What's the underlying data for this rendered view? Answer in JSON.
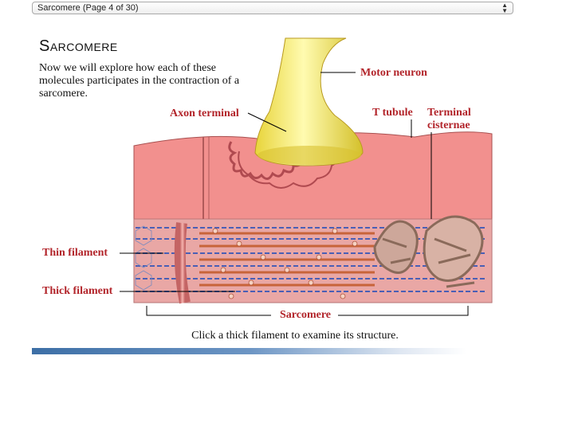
{
  "nav_select": {
    "value": "Sarcomere (Page 4 of 30)"
  },
  "page": {
    "title": "Sarcomere",
    "intro": "Now we will explore how each of these molecules participates in the contraction of a sarcomere.",
    "caption": "Click a thick filament to examine its structure."
  },
  "labels": {
    "motor_neuron": "Motor neuron",
    "axon_terminal": "Axon terminal",
    "t_tubule": "T tubule",
    "terminal_cisternae_1": "Terminal",
    "terminal_cisternae_2": "cisternae",
    "thin_filament": "Thin filament",
    "thick_filament": "Thick filament",
    "sarcomere": "Sarcomere"
  },
  "colors": {
    "label_red": "#b2242a",
    "muscle_pink": "#f2908e",
    "neuron_yellow": "#f3e45a"
  }
}
